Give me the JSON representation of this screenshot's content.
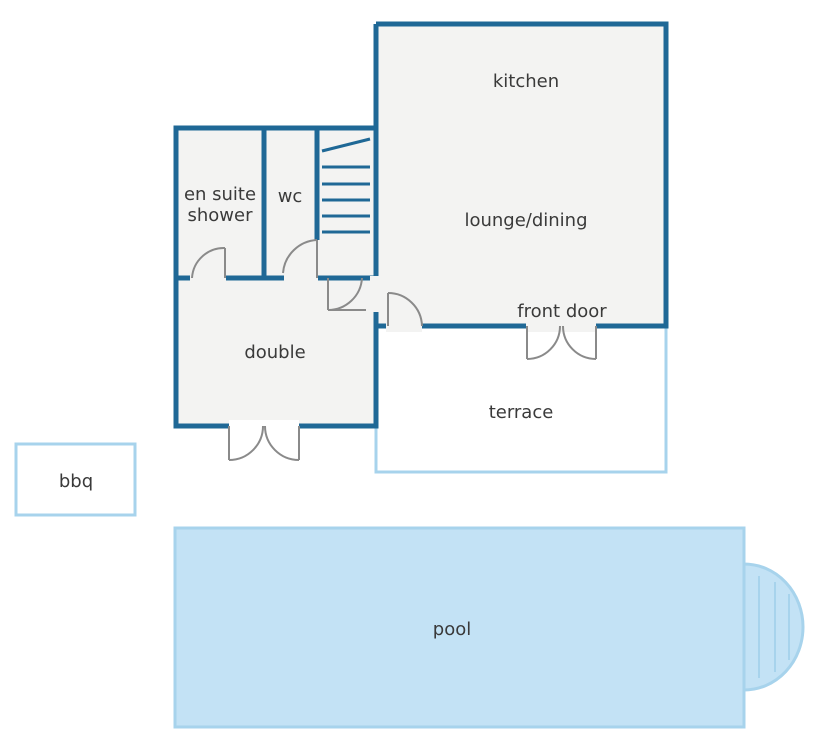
{
  "colors": {
    "wall": "#1f6896",
    "floor": "#f3f3f2",
    "outline_light": "#a7d3ec",
    "pool_fill": "#c3e2f5",
    "door": "#8a8a8a",
    "text": "#3a3a3a"
  },
  "rooms": {
    "kitchen": "kitchen",
    "lounge": "lounge/dining",
    "ensuite_line1": "en suite",
    "ensuite_line2": "shower",
    "wc": "wc",
    "double": "double",
    "front_door": "front door",
    "terrace": "terrace",
    "bbq": "bbq",
    "pool": "pool"
  }
}
